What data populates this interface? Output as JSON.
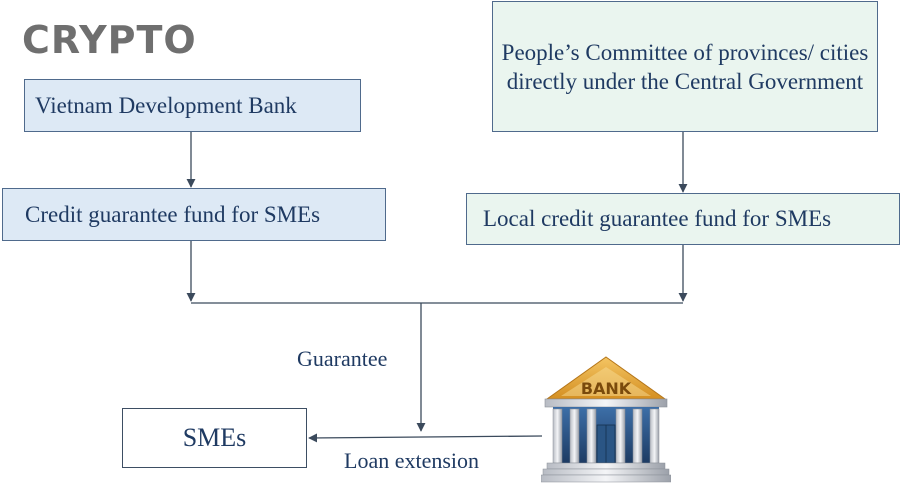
{
  "watermark": "CRYPTO",
  "boxes": {
    "vdb": "Vietnam Development Bank",
    "peoples_committee": "People’s Committee of provinces/ cities directly under the Central Government",
    "credit_fund": "Credit guarantee fund for SMEs",
    "local_fund": "Local credit guarantee fund for SMEs",
    "smes": "SMEs"
  },
  "edges": {
    "guarantee": "Guarantee",
    "loan": "Loan extension"
  },
  "bank_sign": "BANK",
  "colors": {
    "blue_box": "#dde9f5",
    "green_box": "#eaf5ef",
    "text": "#1f3a62",
    "line": "#3b4a5c",
    "bank_roof": "#e2a63a"
  }
}
